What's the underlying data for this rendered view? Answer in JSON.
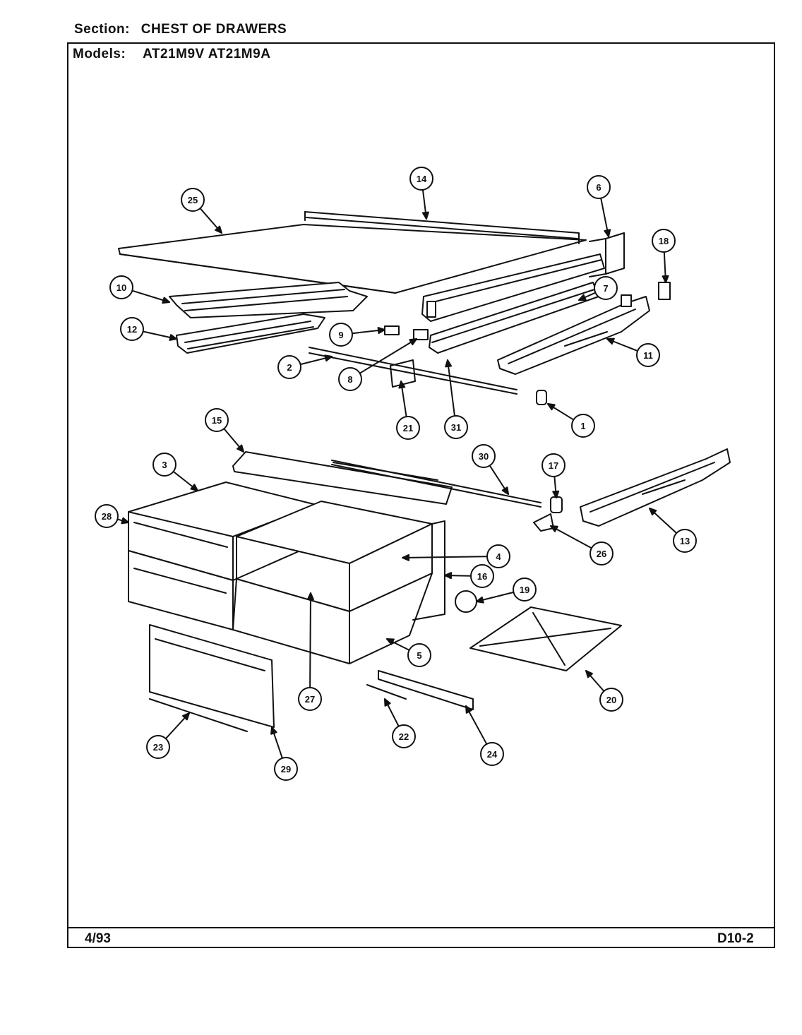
{
  "header": {
    "section_label": "Section:",
    "section_value": "CHEST OF DRAWERS",
    "models_label": "Models:",
    "models_value": "AT21M9V AT21M9A"
  },
  "footer": {
    "date": "4/93",
    "code": "D10-2"
  },
  "callouts": [
    "1",
    "2",
    "3",
    "4",
    "5",
    "6",
    "7",
    "8",
    "9",
    "10",
    "11",
    "12",
    "13",
    "14",
    "15",
    "16",
    "17",
    "18",
    "19",
    "20",
    "21",
    "22",
    "23",
    "24",
    "25",
    "26",
    "27",
    "28",
    "29",
    "30",
    "31"
  ],
  "colors": {
    "ink": "#111111",
    "paper": "#ffffff"
  }
}
